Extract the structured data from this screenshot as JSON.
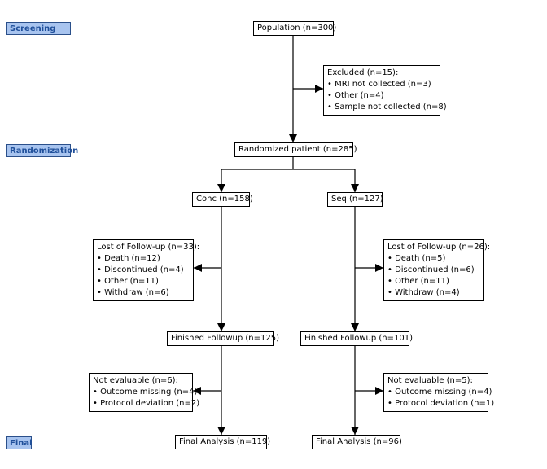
{
  "phases": {
    "screening": "Screening",
    "randomization": "Randomization",
    "final": "Final"
  },
  "population": "Population (n=300)",
  "excluded": {
    "title": "Excluded (n=15):",
    "items": [
      "• MRI not collected (n=3)",
      "• Other (n=4)",
      "• Sample not collected (n=8)"
    ]
  },
  "randomized": "Randomized patient (n=285)",
  "left": {
    "arm": "Conc (n=158)",
    "lost": {
      "title": "Lost of Follow-up (n=33):",
      "items": [
        "• Death (n=12)",
        "• Discontinued (n=4)",
        "• Other (n=11)",
        "• Withdraw (n=6)"
      ]
    },
    "finished": "Finished Followup (n=125)",
    "not_eval": {
      "title": "Not evaluable (n=6):",
      "items": [
        "• Outcome missing (n=4)",
        "• Protocol deviation (n=2)"
      ]
    },
    "final": "Final Analysis (n=119)"
  },
  "right": {
    "arm": "Seq (n=127)",
    "lost": {
      "title": "Lost of Follow-up (n=26):",
      "items": [
        "• Death (n=5)",
        "• Discontinued (n=6)",
        "• Other (n=11)",
        "• Withdraw (n=4)"
      ]
    },
    "finished": "Finished Followup (n=101)",
    "not_eval": {
      "title": "Not evaluable (n=5):",
      "items": [
        "• Outcome missing (n=4)",
        "• Protocol deviation (n=1)"
      ]
    },
    "final": "Final Analysis (n=96)"
  }
}
